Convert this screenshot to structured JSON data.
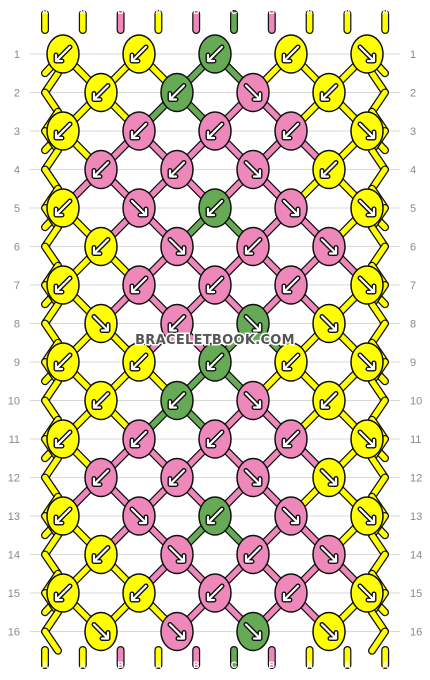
{
  "colors": {
    "A": "#ffff00",
    "B": "#ee88bb",
    "C": "#66aa55",
    "outline": "#111111",
    "grid": "#d8d8d8",
    "arrow": "#ffffff"
  },
  "strands": [
    "A",
    "A",
    "B",
    "A",
    "B",
    "C",
    "B",
    "A",
    "A",
    "A"
  ],
  "watermark": "BRACELETBOOK.COM",
  "rows": [
    {
      "number": "1",
      "knots": [
        {
          "color": "A",
          "dir": "ll"
        },
        {
          "color": "A",
          "dir": "ll"
        },
        {
          "color": "C",
          "dir": "ll"
        },
        {
          "color": "A",
          "dir": "ll"
        },
        {
          "color": "A",
          "dir": "rr"
        }
      ]
    },
    {
      "number": "2",
      "knots": [
        {
          "color": "A",
          "dir": "ll"
        },
        {
          "color": "C",
          "dir": "lr"
        },
        {
          "color": "B",
          "dir": "rl"
        },
        {
          "color": "A",
          "dir": "ll"
        }
      ]
    },
    {
      "number": "3",
      "knots": [
        {
          "color": "A",
          "dir": "ll"
        },
        {
          "color": "B",
          "dir": "ll"
        },
        {
          "color": "B",
          "dir": "ll"
        },
        {
          "color": "B",
          "dir": "ll"
        },
        {
          "color": "A",
          "dir": "rr"
        }
      ]
    },
    {
      "number": "4",
      "knots": [
        {
          "color": "B",
          "dir": "lr"
        },
        {
          "color": "B",
          "dir": "lr"
        },
        {
          "color": "B",
          "dir": "rl"
        },
        {
          "color": "A",
          "dir": "ll"
        }
      ]
    },
    {
      "number": "5",
      "knots": [
        {
          "color": "A",
          "dir": "ll"
        },
        {
          "color": "B",
          "dir": "rr"
        },
        {
          "color": "C",
          "dir": "ll"
        },
        {
          "color": "B",
          "dir": "rr"
        },
        {
          "color": "A",
          "dir": "rr"
        }
      ]
    },
    {
      "number": "6",
      "knots": [
        {
          "color": "A",
          "dir": "ll"
        },
        {
          "color": "B",
          "dir": "rl"
        },
        {
          "color": "B",
          "dir": "lr"
        },
        {
          "color": "B",
          "dir": "rl"
        }
      ]
    },
    {
      "number": "7",
      "knots": [
        {
          "color": "A",
          "dir": "ll"
        },
        {
          "color": "B",
          "dir": "ll"
        },
        {
          "color": "B",
          "dir": "ll"
        },
        {
          "color": "B",
          "dir": "ll"
        },
        {
          "color": "A",
          "dir": "rr"
        }
      ]
    },
    {
      "number": "8",
      "knots": [
        {
          "color": "A",
          "dir": "rr"
        },
        {
          "color": "B",
          "dir": "lr"
        },
        {
          "color": "C",
          "dir": "rl"
        },
        {
          "color": "A",
          "dir": "rr"
        }
      ]
    },
    {
      "number": "9",
      "knots": [
        {
          "color": "A",
          "dir": "ll"
        },
        {
          "color": "A",
          "dir": "ll"
        },
        {
          "color": "C",
          "dir": "ll"
        },
        {
          "color": "A",
          "dir": "ll"
        },
        {
          "color": "A",
          "dir": "rr"
        }
      ]
    },
    {
      "number": "10",
      "knots": [
        {
          "color": "A",
          "dir": "ll"
        },
        {
          "color": "C",
          "dir": "lr"
        },
        {
          "color": "B",
          "dir": "rl"
        },
        {
          "color": "A",
          "dir": "ll"
        }
      ]
    },
    {
      "number": "11",
      "knots": [
        {
          "color": "A",
          "dir": "ll"
        },
        {
          "color": "B",
          "dir": "ll"
        },
        {
          "color": "B",
          "dir": "ll"
        },
        {
          "color": "B",
          "dir": "ll"
        },
        {
          "color": "A",
          "dir": "rr"
        }
      ]
    },
    {
      "number": "12",
      "knots": [
        {
          "color": "B",
          "dir": "lr"
        },
        {
          "color": "B",
          "dir": "lr"
        },
        {
          "color": "B",
          "dir": "rl"
        },
        {
          "color": "A",
          "dir": "rr"
        }
      ]
    },
    {
      "number": "13",
      "knots": [
        {
          "color": "A",
          "dir": "ll"
        },
        {
          "color": "B",
          "dir": "rr"
        },
        {
          "color": "C",
          "dir": "ll"
        },
        {
          "color": "B",
          "dir": "rr"
        },
        {
          "color": "A",
          "dir": "rr"
        }
      ]
    },
    {
      "number": "14",
      "knots": [
        {
          "color": "A",
          "dir": "ll"
        },
        {
          "color": "B",
          "dir": "rl"
        },
        {
          "color": "B",
          "dir": "lr"
        },
        {
          "color": "B",
          "dir": "rl"
        }
      ]
    },
    {
      "number": "15",
      "knots": [
        {
          "color": "A",
          "dir": "ll"
        },
        {
          "color": "A",
          "dir": "ll"
        },
        {
          "color": "B",
          "dir": "ll"
        },
        {
          "color": "B",
          "dir": "ll"
        },
        {
          "color": "A",
          "dir": "rr"
        }
      ]
    },
    {
      "number": "16",
      "knots": [
        {
          "color": "A",
          "dir": "rr"
        },
        {
          "color": "B",
          "dir": "rl"
        },
        {
          "color": "C",
          "dir": "rl"
        },
        {
          "color": "A",
          "dir": "rr"
        }
      ]
    }
  ]
}
